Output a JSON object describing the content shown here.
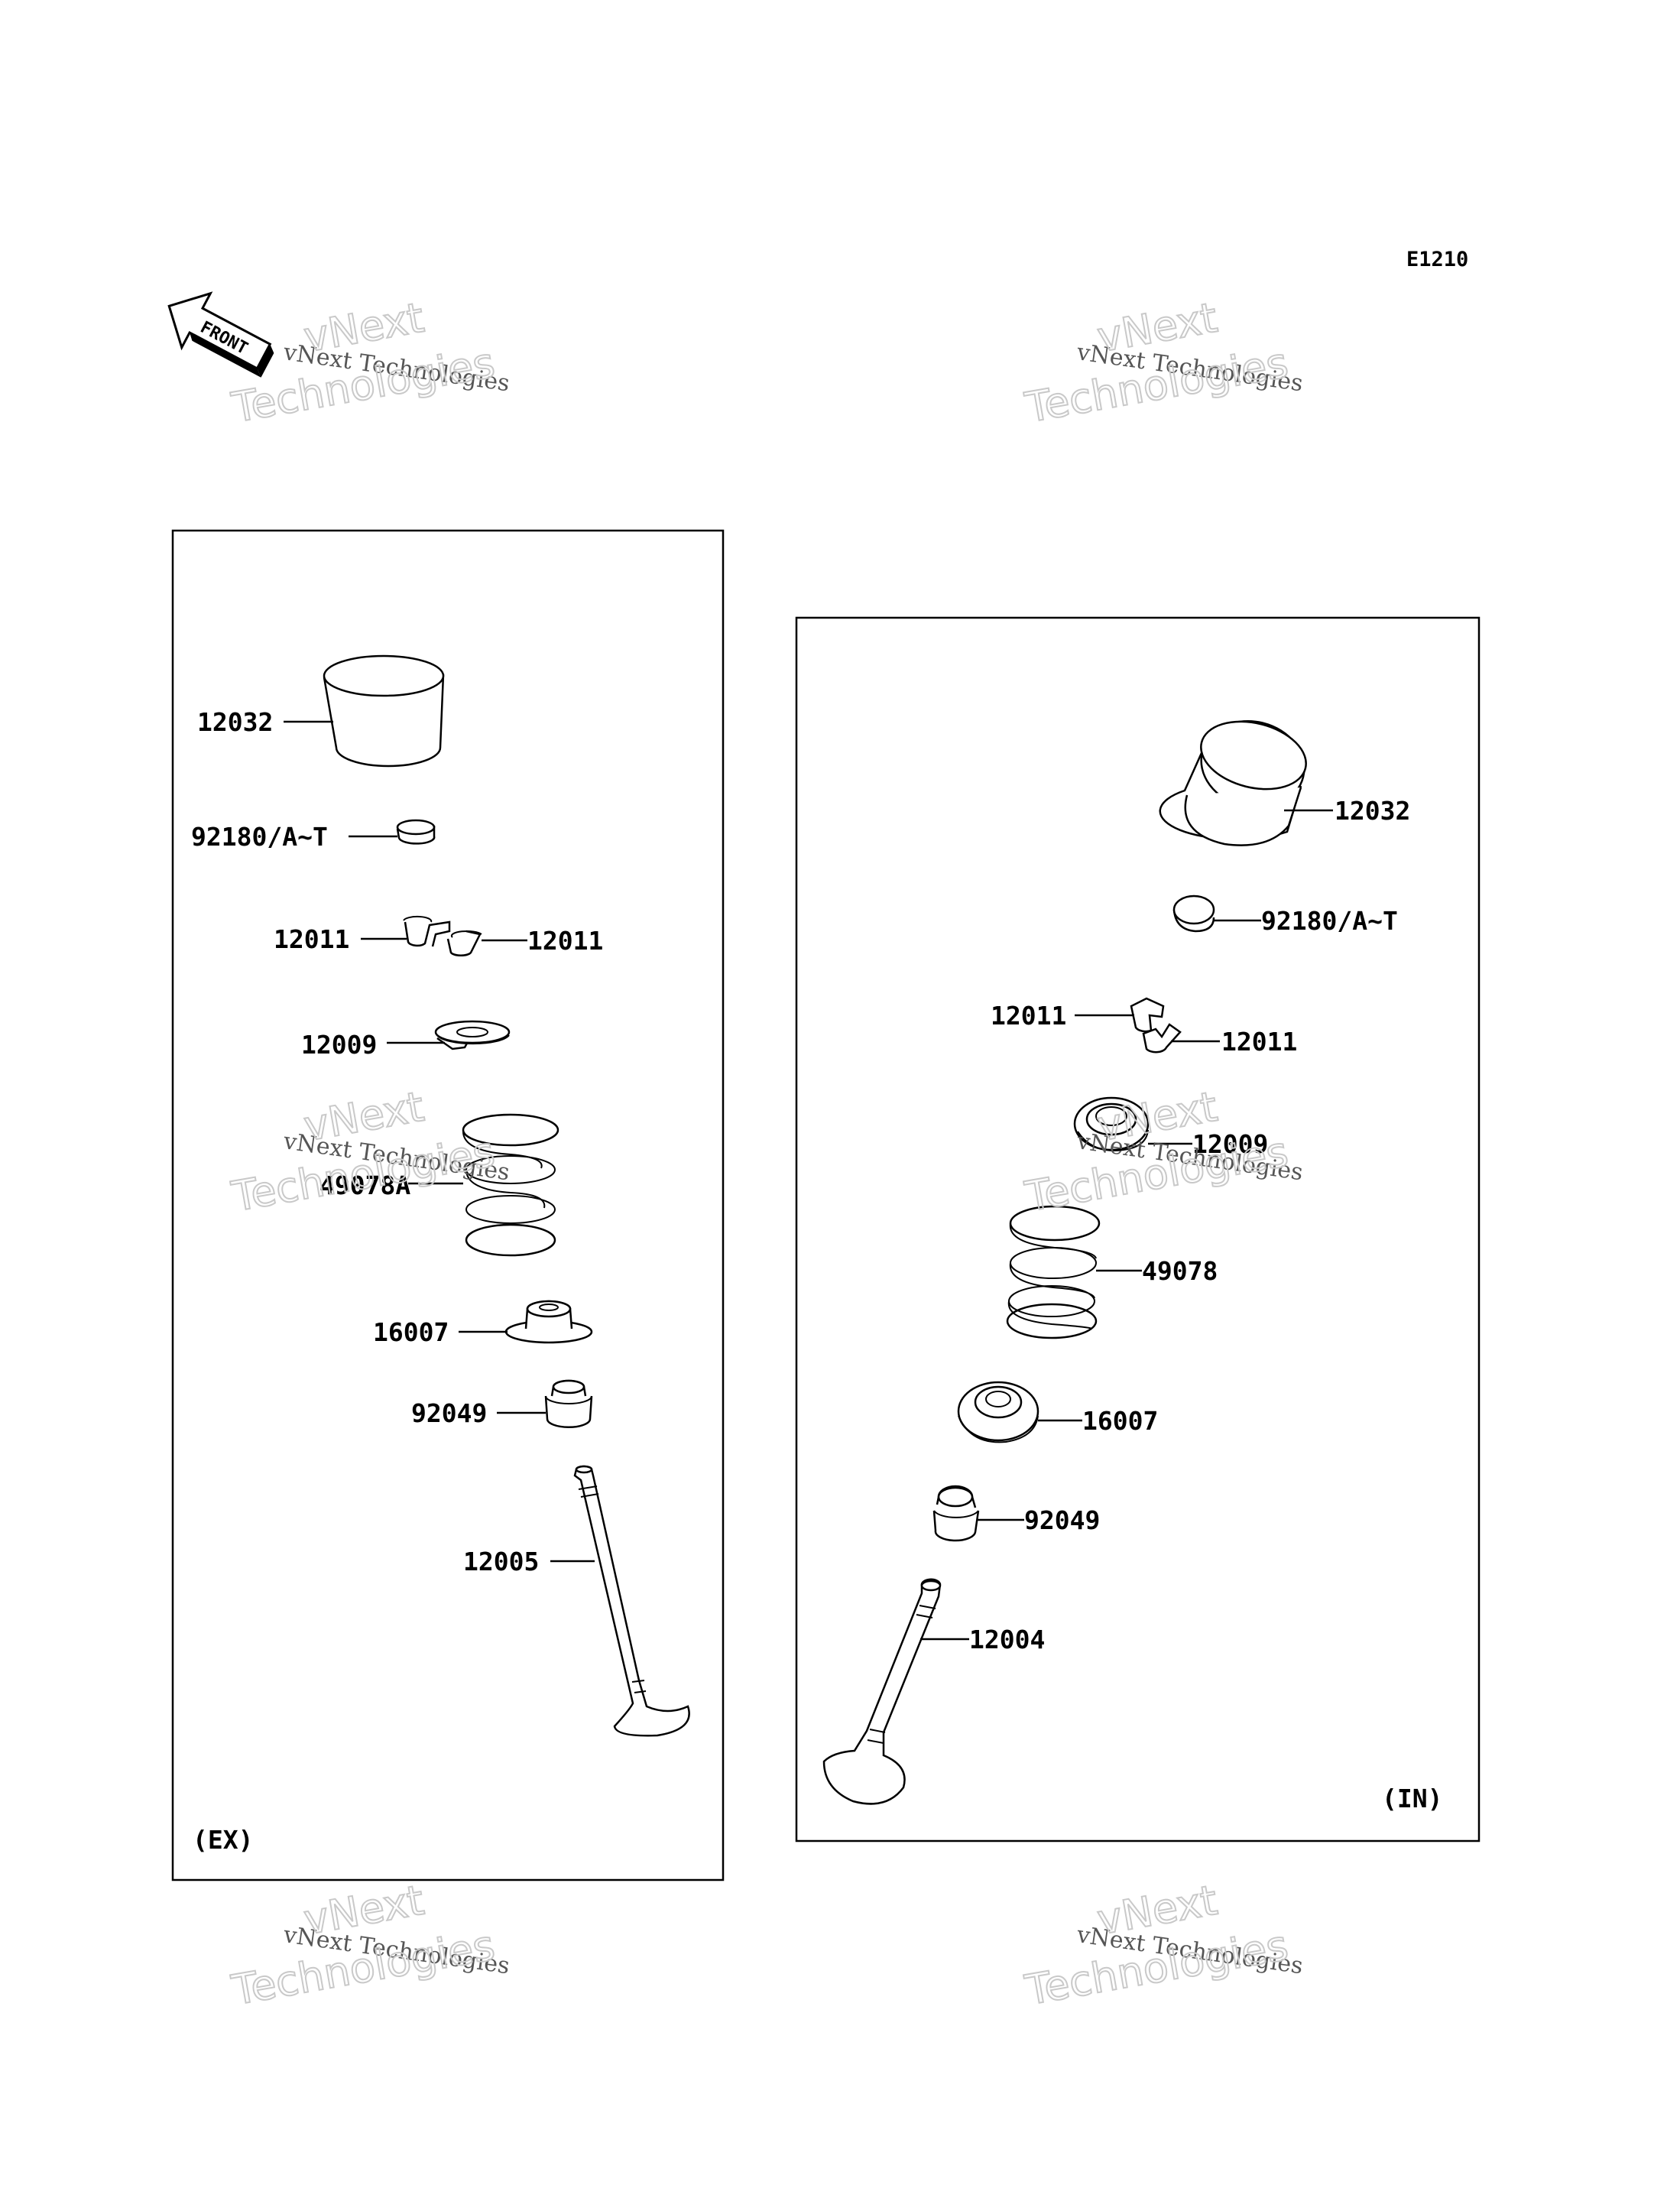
{
  "diagram_code": "E1210",
  "front_label": "FRONT",
  "watermark": {
    "line1": "vNext Technologies",
    "line2": "vNext",
    "line3": "Technologies"
  },
  "exhaust": {
    "label": "(EX)",
    "parts": {
      "tappet": "12032",
      "shim": "92180/A~T",
      "cotter_left": "12011",
      "cotter_right": "12011",
      "retainer": "12009",
      "spring": "49078A",
      "spring_seat": "16007",
      "stem_seal": "92049",
      "valve": "12005"
    }
  },
  "intake": {
    "label": "(IN)",
    "parts": {
      "tappet": "12032",
      "shim": "92180/A~T",
      "cotter_left": "12011",
      "cotter_right": "12011",
      "retainer": "12009",
      "spring": "49078",
      "spring_seat": "16007",
      "stem_seal": "92049",
      "valve": "12004"
    }
  }
}
